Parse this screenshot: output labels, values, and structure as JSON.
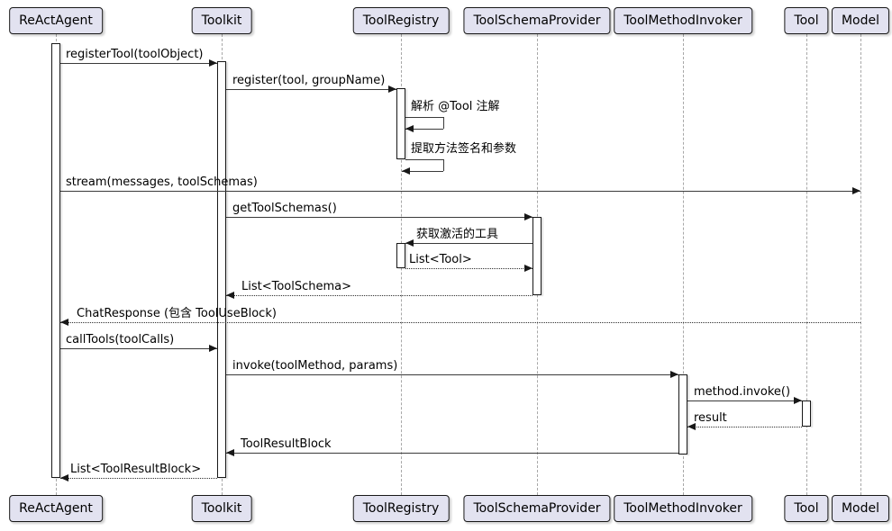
{
  "diagram": {
    "type": "sequence-diagram",
    "colors": {
      "participant_fill": "#E2E2F0",
      "participant_border": "#181818",
      "arrow": "#181818",
      "lifeline": "#A8A8A8",
      "background": "#FFFFFF"
    },
    "participants": [
      {
        "name": "ReActAgent"
      },
      {
        "name": "Toolkit"
      },
      {
        "name": "ToolRegistry"
      },
      {
        "name": "ToolSchemaProvider"
      },
      {
        "name": "ToolMethodInvoker"
      },
      {
        "name": "Tool"
      },
      {
        "name": "Model"
      }
    ],
    "messages": [
      {
        "label": "registerTool(toolObject)",
        "from": "ReActAgent",
        "to": "Toolkit",
        "style": "solid"
      },
      {
        "label": "register(tool, groupName)",
        "from": "Toolkit",
        "to": "ToolRegistry",
        "style": "solid"
      },
      {
        "label": "stream(messages, toolSchemas)",
        "from": "ReActAgent",
        "to": "Model",
        "style": "solid"
      },
      {
        "label": "getToolSchemas()",
        "from": "Toolkit",
        "to": "ToolSchemaProvider",
        "style": "solid"
      },
      {
        "label": "获取激活的工具",
        "from": "ToolSchemaProvider",
        "to": "ToolRegistry",
        "style": "solid"
      },
      {
        "label": "List<Tool>",
        "from": "ToolRegistry",
        "to": "ToolSchemaProvider",
        "style": "dotted"
      },
      {
        "label": "List<ToolSchema>",
        "from": "ToolSchemaProvider",
        "to": "Toolkit",
        "style": "dotted"
      },
      {
        "label": "ChatResponse (包含 ToolUseBlock)",
        "from": "Model",
        "to": "ReActAgent",
        "style": "dotted"
      },
      {
        "label": "callTools(toolCalls)",
        "from": "ReActAgent",
        "to": "Toolkit",
        "style": "solid"
      },
      {
        "label": "invoke(toolMethod, params)",
        "from": "Toolkit",
        "to": "ToolMethodInvoker",
        "style": "solid"
      },
      {
        "label": "method.invoke()",
        "from": "ToolMethodInvoker",
        "to": "Tool",
        "style": "solid"
      },
      {
        "label": "result",
        "from": "Tool",
        "to": "ToolMethodInvoker",
        "style": "dotted"
      },
      {
        "label": "ToolResultBlock",
        "from": "ToolMethodInvoker",
        "to": "Toolkit",
        "style": "solid"
      },
      {
        "label": "List<ToolResultBlock>",
        "from": "Toolkit",
        "to": "ReActAgent",
        "style": "dotted"
      }
    ],
    "self_messages": [
      {
        "label": "解析 @Tool 注解",
        "on": "ToolRegistry"
      },
      {
        "label": "提取方法签名和参数",
        "on": "ToolRegistry"
      }
    ]
  }
}
